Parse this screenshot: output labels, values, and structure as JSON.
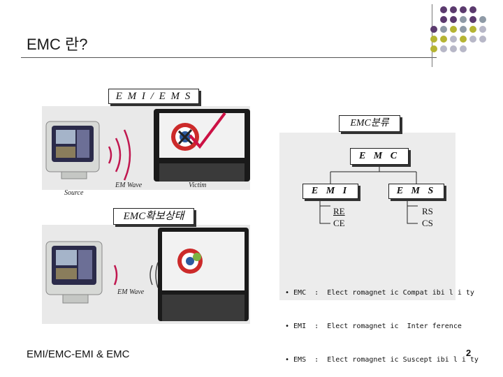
{
  "title": "EMC 란?",
  "labels": {
    "emi_ems": "E M I / E M S",
    "emc_status": "EMC확보상태",
    "emc_classification": "EMC분류",
    "source": "Source",
    "em_wave_top": "EM Wave",
    "victim": "Victim",
    "em_wave_bottom": "EM Wave"
  },
  "tree": {
    "root": "E M C",
    "emi": "E M I",
    "ems": "E M S",
    "emi_children": [
      "RE",
      "CE"
    ],
    "ems_children": [
      "RS",
      "CS"
    ]
  },
  "definitions": [
    "• EMC  :  Elect romagnet ic Compat ibi l i ty",
    "• EMI  :  Elect romagnet ic  Inter ference",
    "• EMS  :  Elect romagnet ic Suscept ibi l i ty"
  ],
  "footer": "EMI/EMC-EMI & EMC",
  "page_number": "2",
  "colors": {
    "purple": "#5b3a6e",
    "olive": "#b5b433",
    "gray": "#b7b7c7",
    "wave": "#c0174f",
    "check": "#cc1144"
  }
}
